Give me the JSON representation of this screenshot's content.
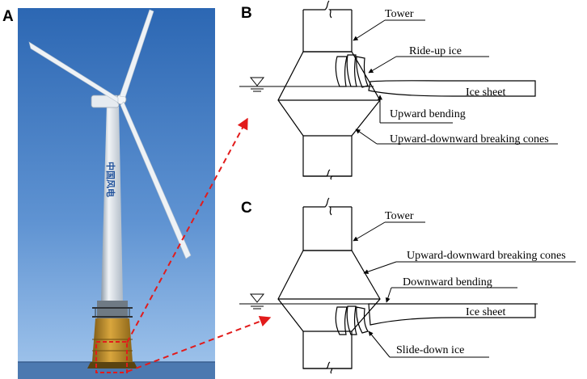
{
  "panels": {
    "a": {
      "letter": "A"
    },
    "b": {
      "letter": "B",
      "labels": {
        "tower": "Tower",
        "ride_up_ice": "Ride-up ice",
        "ice_sheet": "Ice sheet",
        "upward_bending": "Upward bending",
        "cones": "Upward-downward breaking cones"
      }
    },
    "c": {
      "letter": "C",
      "labels": {
        "tower": "Tower",
        "cones": "Upward-downward breaking cones",
        "downward_bending": "Downward bending",
        "ice_sheet": "Ice sheet",
        "slide_down_ice": "Slide-down ice"
      }
    }
  },
  "photo": {
    "tower_text": "中国风电"
  },
  "colors": {
    "sky_top": "#2c67b3",
    "sky_bottom": "#8fb8e6",
    "sea": "#4c79b0",
    "tower": "#d9e0e8",
    "base": "#c9962e",
    "highlight": "#e21b1b"
  }
}
